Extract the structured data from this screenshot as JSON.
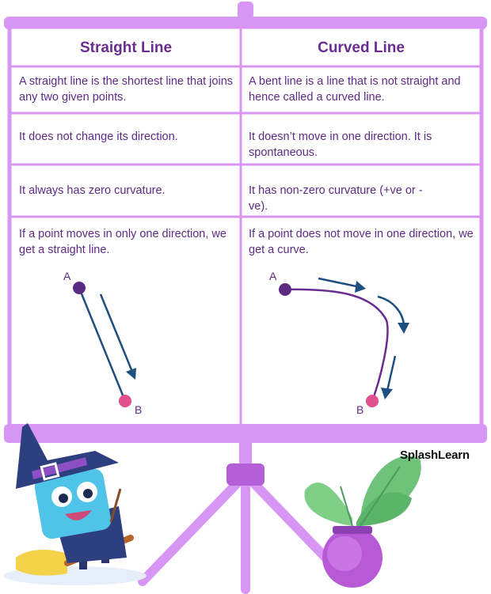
{
  "brand": "SplashLearn",
  "colors": {
    "board_frame": "#d896f4",
    "board_fill": "#ffffff",
    "heading_text": "#6a2c8e",
    "body_text": "#5e2a86",
    "point_a": "#5b2a83",
    "point_b": "#e0508f",
    "arrow": "#1f4f7f",
    "curve": "#6a2c8e"
  },
  "table": {
    "headers": [
      "Straight Line",
      "Curved Line"
    ],
    "rows": [
      [
        "A straight line is the shortest line that joins any two given points.",
        "A bent line is a line that is not straight and hence called a curved line."
      ],
      [
        "It does not change its direction.",
        "It doesn’t move in one direction. It is spontaneous."
      ],
      [
        "It always has zero curvature.",
        "It has non-zero curvature (+ve or -ve)."
      ],
      [
        "If a point moves in only one direction, we get a straight line.",
        "If a point does not move in one direction, we get a curve."
      ]
    ]
  },
  "diagrams": {
    "straight": {
      "start_label": "A",
      "end_label": "B"
    },
    "curved": {
      "start_label": "A",
      "end_label": "B"
    }
  },
  "decorations": [
    "witch-mascot-illustration",
    "potted-monstera-plant",
    "easel-tripod-stand"
  ]
}
